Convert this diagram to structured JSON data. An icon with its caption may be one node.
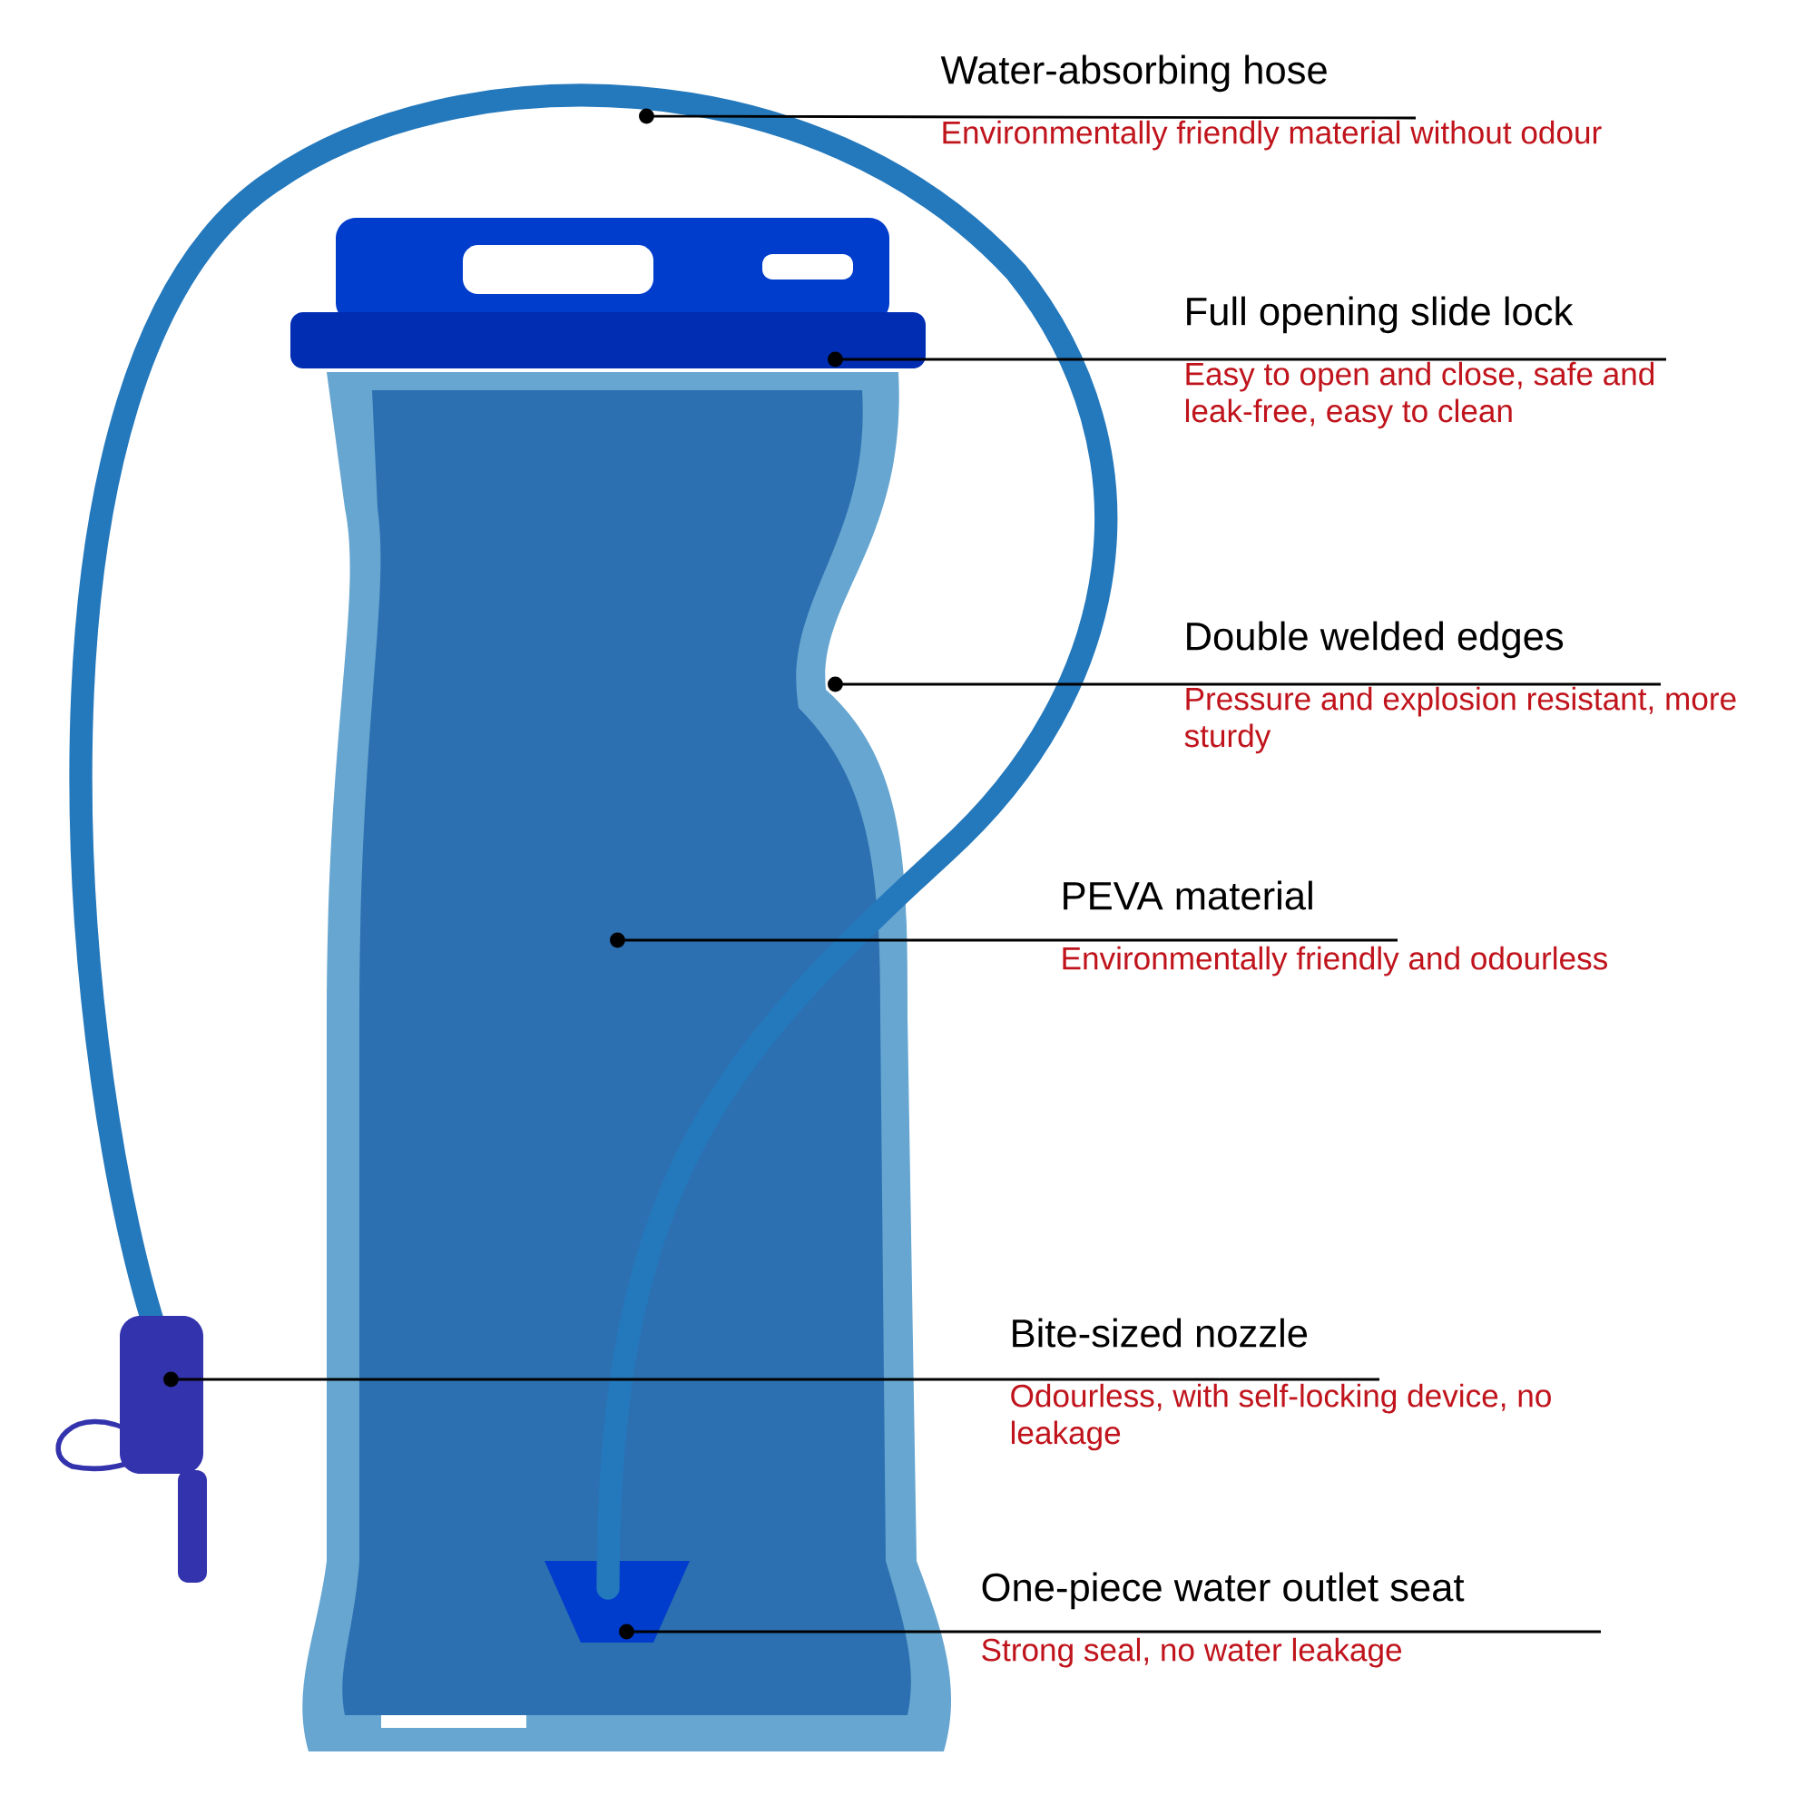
{
  "diagram": {
    "nodes": [
      {
        "text": [
          "Water-absorbing hose",
          "Environmentally friendly material without odour"
        ]
      },
      {
        "text": [
          "Full opening slide lock",
          "Easy to open and close, safe and leak-free, easy to clean"
        ]
      },
      {
        "text": [
          "Double welded edges",
          "Pressure and explosion resistant, more sturdy"
        ]
      },
      {
        "text": [
          "PEVA material",
          "Environmentally friendly and odourless"
        ]
      },
      {
        "text": [
          "Bite-sized nozzle",
          "Odourless, with self-locking device, no leakage"
        ]
      },
      {
        "text": [
          "One-piece water outlet seat",
          "Strong seal, no water leakage"
        ]
      }
    ],
    "edges": [
      {
        "from": null,
        "to": 0,
        "arrow": "other"
      },
      {
        "from": null,
        "to": 1,
        "arrow": "other"
      },
      {
        "from": null,
        "to": 2,
        "arrow": "other"
      },
      {
        "from": null,
        "to": 3,
        "arrow": "other"
      },
      {
        "from": null,
        "to": 4,
        "arrow": "other"
      },
      {
        "from": null,
        "to": 5,
        "arrow": "other"
      }
    ]
  }
}
